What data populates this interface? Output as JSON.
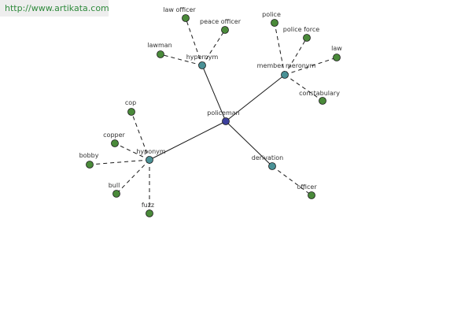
{
  "watermark": "http://www.artikata.com",
  "colors": {
    "root_fill": "#3c3f9c",
    "relation_fill": "#4a9196",
    "leaf_fill": "#4a8a3a",
    "stroke": "#1a1a1a"
  },
  "graph": {
    "root": {
      "id": "policeman",
      "label": "policeman"
    },
    "relations": [
      {
        "id": "hypernym",
        "label": "hypernym",
        "leaves": [
          "law officer",
          "peace officer",
          "lawman"
        ]
      },
      {
        "id": "member-meronym",
        "label": "member meronym",
        "leaves": [
          "police",
          "police force",
          "law",
          "constabulary"
        ]
      },
      {
        "id": "hyponym",
        "label": "hyponym",
        "leaves": [
          "cop",
          "copper",
          "bobby",
          "bull",
          "fuzz"
        ]
      },
      {
        "id": "derivation",
        "label": "derivation",
        "leaves": [
          "officer"
        ]
      }
    ]
  }
}
